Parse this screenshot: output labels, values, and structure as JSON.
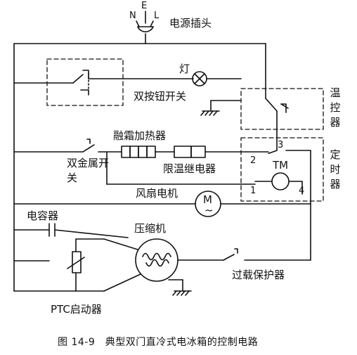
{
  "diagram": {
    "labels": {
      "plug_N": "N",
      "plug_E": "E",
      "plug_L": "L",
      "power_plug": "电源插头",
      "lamp": "灯",
      "double_button_switch": "双按钮开关",
      "thermostat_vertical": "温控器",
      "defrost_heater": "融霜加热器",
      "temp_limit_relay": "限温继电器",
      "bimetal_switch": "双金属开关",
      "timer_vertical": "定时器",
      "timer_motor": "TM",
      "terminal_1": "1",
      "terminal_2": "2",
      "terminal_3": "3",
      "terminal_4": "4",
      "fan_motor": "风扇电机",
      "motor_M": "M",
      "motor_ac": "~",
      "capacitor": "电容器",
      "compressor": "压缩机",
      "overload_protector": "过载保护器",
      "ptc_starter": "PTC启动器"
    },
    "caption": "图 14-9　典型双门直冷式电冰箱的控制电路"
  }
}
